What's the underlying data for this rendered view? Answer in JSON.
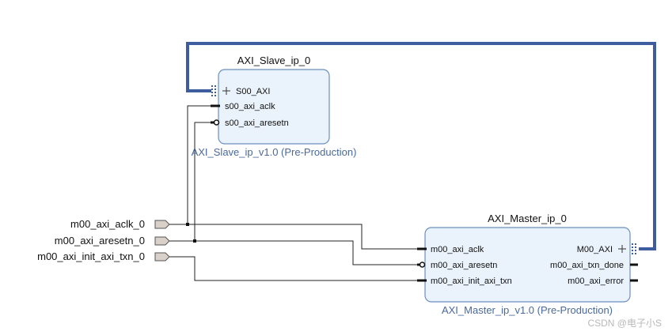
{
  "slave_block": {
    "instance_name": "AXI_Slave_ip_0",
    "ip_name": "AXI_Slave_ip_v1.0 (Pre-Production)",
    "pins": {
      "axi_bus": "S00_AXI",
      "clk": "s00_axi_aclk",
      "resetn": "s00_axi_aresetn"
    }
  },
  "master_block": {
    "instance_name": "AXI_Master_ip_0",
    "ip_name": "AXI_Master_ip_v1.0 (Pre-Production)",
    "pins_left": {
      "clk": "m00_axi_aclk",
      "resetn": "m00_axi_aresetn",
      "init": "m00_axi_init_axi_txn"
    },
    "pins_right": {
      "axi_bus": "M00_AXI",
      "txn_done": "m00_axi_txn_done",
      "error": "m00_axi_error"
    }
  },
  "external_ports": {
    "clk": "m00_axi_aclk_0",
    "resetn": "m00_axi_aresetn_0",
    "init": "m00_axi_init_axi_txn_0"
  },
  "watermark": "CSDN @电子小S",
  "colors": {
    "bus": "#3e5d9e",
    "block_fill": "#eaf3fc",
    "block_border": "#6a8fc0",
    "ip_label": "#4a6a9a",
    "port_fill": "#d9d0c9"
  }
}
